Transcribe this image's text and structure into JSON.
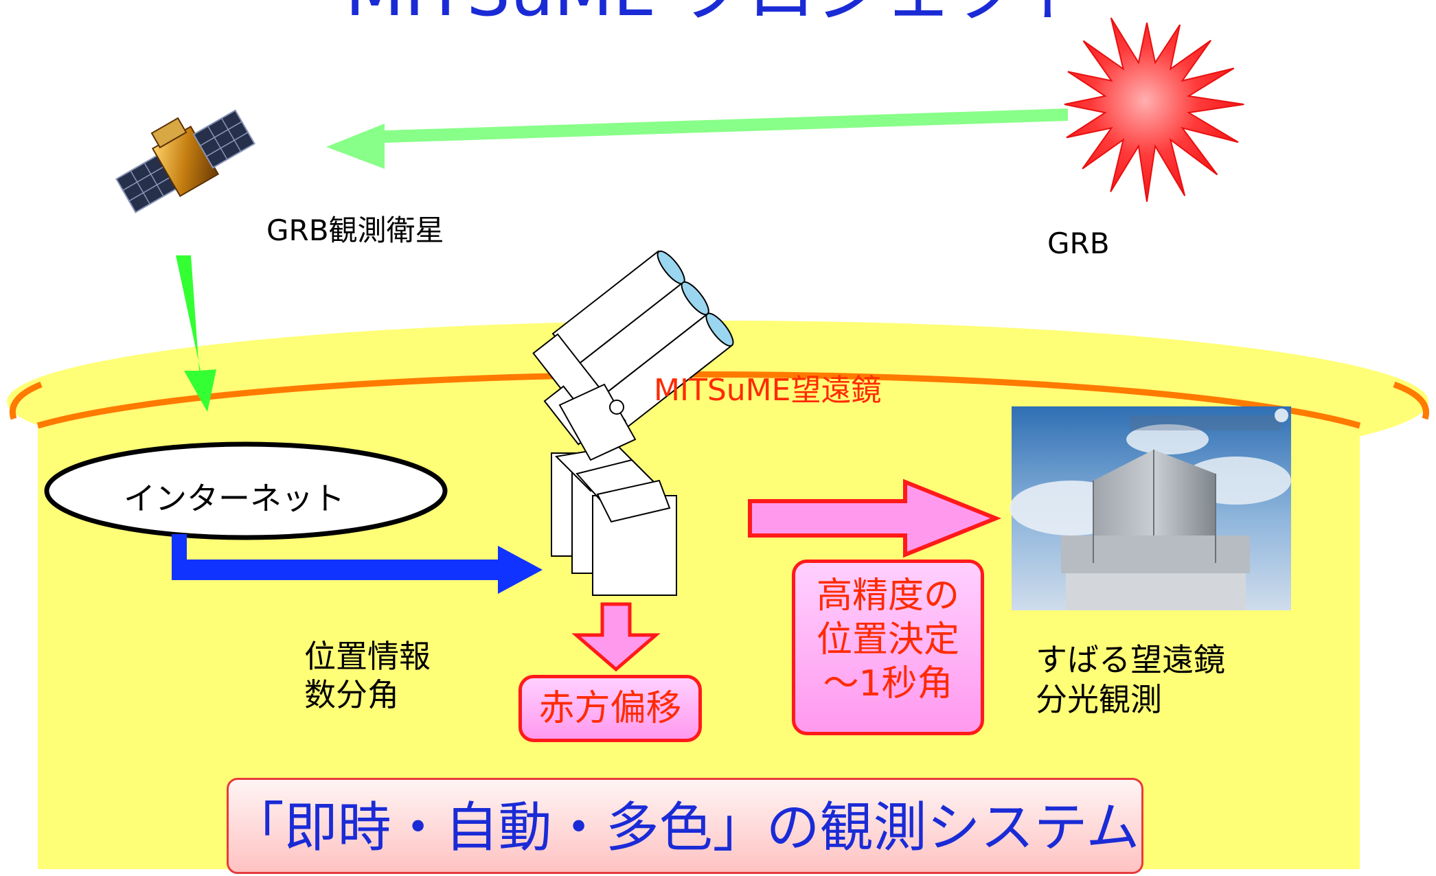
{
  "title": "MITSuME プロジェクト",
  "labels": {
    "satellite": "GRB観測衛星",
    "grb": "GRB",
    "internet": "インターネット",
    "position_info_line1": "位置情報",
    "position_info_line2": "数分角",
    "mitsume_telescope": "MITSuME望遠鏡",
    "redshift": "赤方偏移",
    "precision_line1": "高精度の",
    "precision_line2": "位置決定",
    "precision_line3": "〜1秒角",
    "subaru_line1": "すばる望遠鏡",
    "subaru_line2": "分光観測",
    "banner": "「即時・自動・多色」の観測システム"
  },
  "colors": {
    "yellow_area": "#ffff77",
    "orange_rim": "#ff7a00",
    "green_arrow": "#33ff33",
    "light_green_arrow": "#88ff88",
    "blue_arrow": "#1133ff",
    "pink_fill": "#ff99ee",
    "red_border": "#ff1a1a",
    "banner_text": "#1a2bd6",
    "grb_burst": "#ff2a2a"
  },
  "icons": [
    "satellite-image",
    "grb-burst-icon",
    "telescope-drawing",
    "subaru-photo"
  ]
}
